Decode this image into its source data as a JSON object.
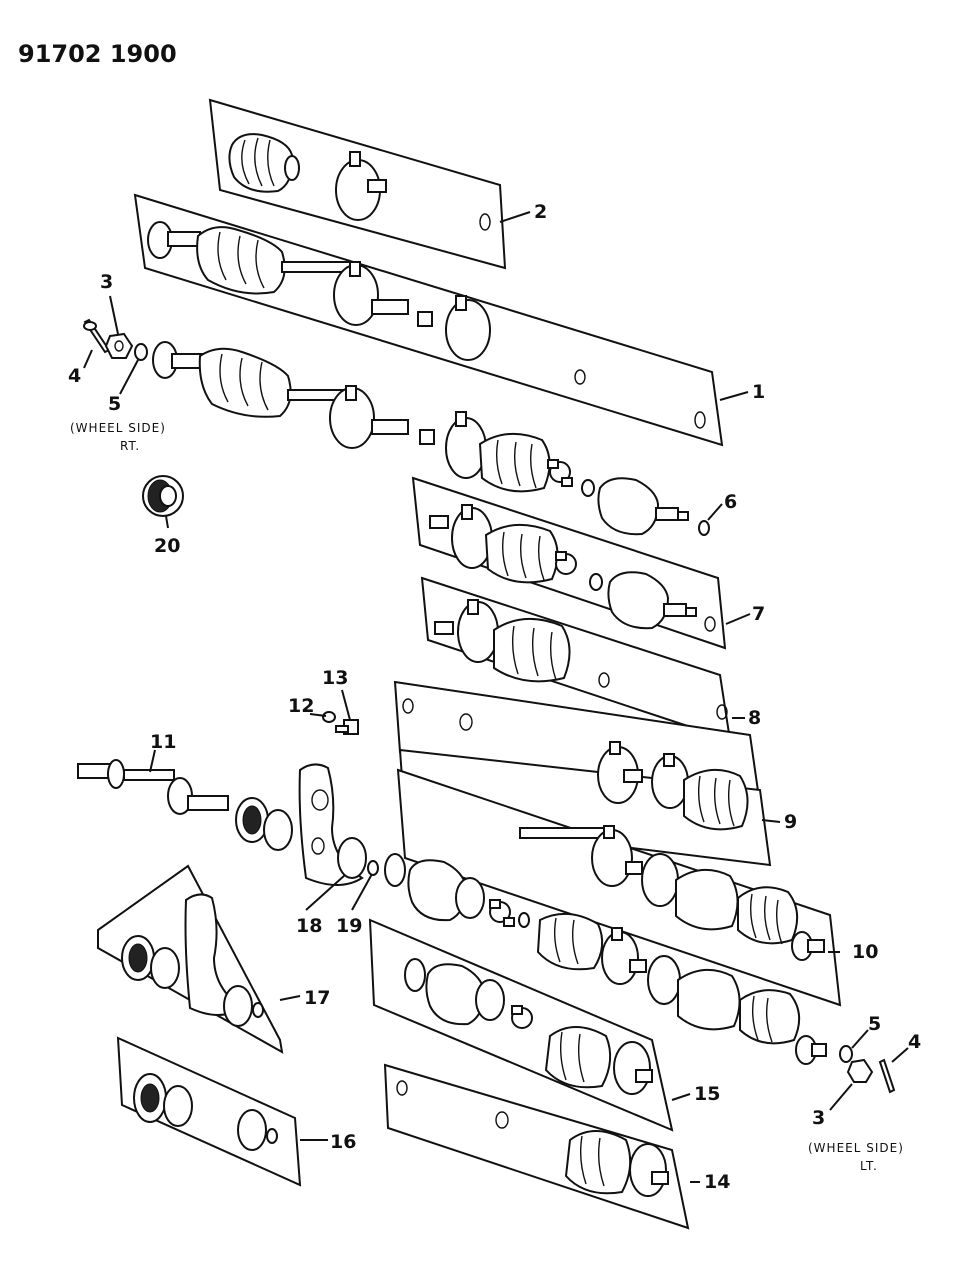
{
  "document_number": "91702 1900",
  "callouts": {
    "c1": "1",
    "c2": "2",
    "c3_rt": "3",
    "c4_rt": "4",
    "c5_rt": "5",
    "c6": "6",
    "c7": "7",
    "c8": "8",
    "c9": "9",
    "c10": "10",
    "c11": "11",
    "c12": "12",
    "c13": "13",
    "c14": "14",
    "c15": "15",
    "c16": "16",
    "c17": "17",
    "c18": "18",
    "c19": "19",
    "c20": "20",
    "c3_lt": "3",
    "c4_lt": "4",
    "c5_lt": "5"
  },
  "notes": {
    "rt_side": "(WHEEL SIDE)",
    "rt_label": "RT.",
    "lt_side": "(WHEEL SIDE)",
    "lt_label": "LT."
  }
}
